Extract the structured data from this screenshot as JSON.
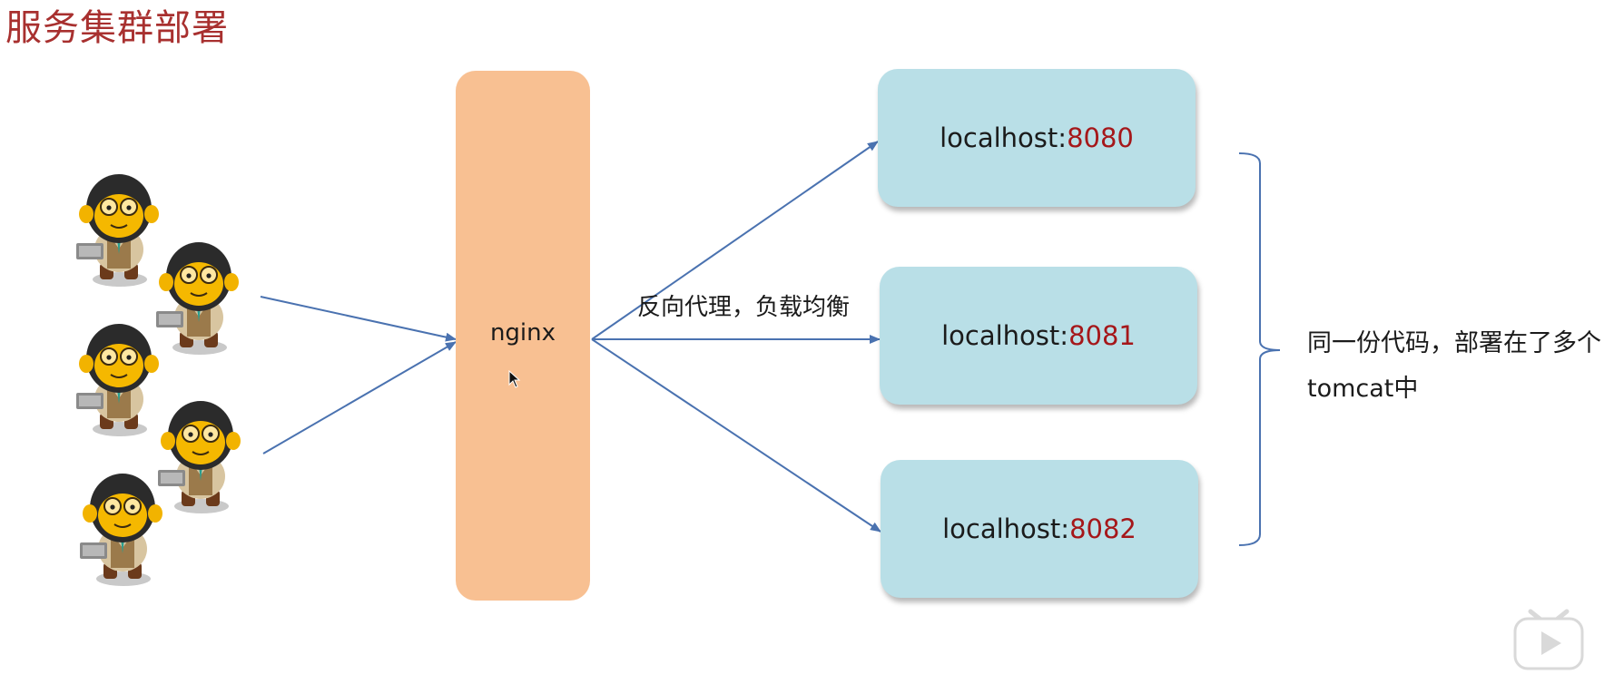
{
  "page_title": "服务集群部署",
  "nginx": {
    "label": "nginx"
  },
  "proxy_label": "反向代理，负载均衡",
  "servers": [
    {
      "host": "localhost:",
      "port": "8080"
    },
    {
      "host": "localhost:",
      "port": "8081"
    },
    {
      "host": "localhost:",
      "port": "8082"
    }
  ],
  "note": "同一份代码，部署在了多个tomcat中",
  "icons": {
    "users": "monkey-developer-icon",
    "cursor": "mouse-cursor-icon",
    "player": "play-button-icon"
  },
  "colors": {
    "title": "#a8302f",
    "nginx_box": "#f8c092",
    "server_box": "#b9dfe7",
    "port": "#a5171a",
    "arrow": "#4a72b0"
  }
}
